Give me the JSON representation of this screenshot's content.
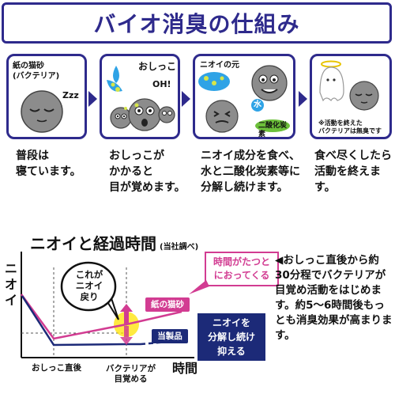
{
  "title": "バイオ消臭の仕組み",
  "steps": [
    {
      "panel_label": "紙の猫砂\n(バクテリア)",
      "sound": "Zzz",
      "caption": "普段は\n寝ています。"
    },
    {
      "panel_label": "おしっこ",
      "sound": "OH!",
      "caption": "おしっこが\nかかると\n目が覚めます。"
    },
    {
      "panel_label": "ニオイの元",
      "water_label": "水",
      "co2_label": "二酸化炭素",
      "caption": "ニオイ成分を食べ、\n水と二酸化炭素等に\n分解し続けます。"
    },
    {
      "panel_label": "※活動を終えた\nバクテリアは無臭です",
      "caption": "食べ尽くしたら\n活動を終えます。"
    }
  ],
  "chart": {
    "title": "ニオイと経過時間",
    "subtitle": "(当社調べ)",
    "y_label": "ニオイ",
    "x_label": "時間",
    "x_tick_1": "おしっこ直後",
    "x_tick_2": "バクテリアが\n目覚める",
    "callout_back": "これが\nニオイ\n戻り",
    "callout_time": "時間がたつと\nにおってくる",
    "series_paper": "紙の猫砂",
    "series_ours": "当製品",
    "callout_ours": "ニオイを\n分解し続け\n抑える",
    "colors": {
      "paper": "#d23c92",
      "ours": "#1c2a78",
      "accent": "#2e2a8c",
      "glow": "#ffe300"
    }
  },
  "chart_data": {
    "type": "line",
    "title": "ニオイと経過時間",
    "xlabel": "時間",
    "ylabel": "ニオイ",
    "categories": [
      "おしっこ直後",
      "バクテリアが目覚める"
    ],
    "series": [
      {
        "name": "紙の猫砂",
        "trend": "drops after urination then rises again"
      },
      {
        "name": "当製品",
        "trend": "drops after urination then stays low"
      }
    ]
  },
  "note": "◀おしっこ直後から約30分程でバクテリアが目覚め活動をはじめます。約5〜6時間後もっとも消臭効果が高まります。"
}
